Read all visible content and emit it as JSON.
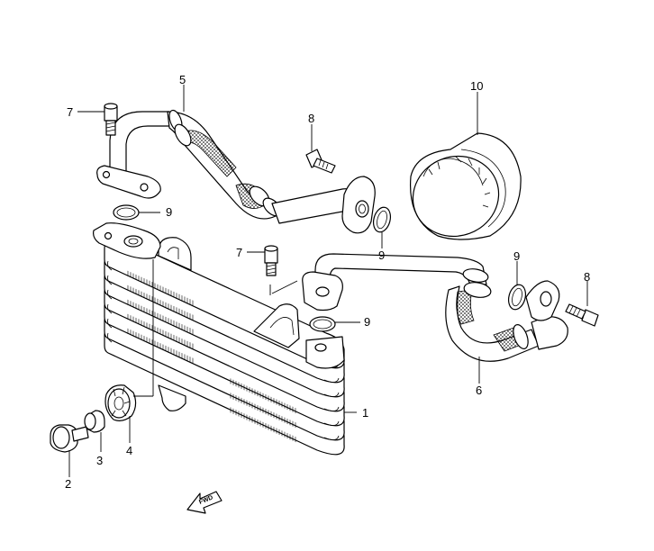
{
  "diagram": {
    "callouts": [
      {
        "id": "c1",
        "text": "1"
      },
      {
        "id": "c2",
        "text": "2"
      },
      {
        "id": "c3",
        "text": "3"
      },
      {
        "id": "c4",
        "text": "4"
      },
      {
        "id": "c5",
        "text": "5"
      },
      {
        "id": "c6",
        "text": "6"
      },
      {
        "id": "c7a",
        "text": "7"
      },
      {
        "id": "c7b",
        "text": "7"
      },
      {
        "id": "c8a",
        "text": "8"
      },
      {
        "id": "c8b",
        "text": "8"
      },
      {
        "id": "c9a",
        "text": "9"
      },
      {
        "id": "c9b",
        "text": "9"
      },
      {
        "id": "c9c",
        "text": "9"
      },
      {
        "id": "c9d",
        "text": "9"
      },
      {
        "id": "c10",
        "text": "10"
      }
    ],
    "direction_marker": "FWD"
  }
}
